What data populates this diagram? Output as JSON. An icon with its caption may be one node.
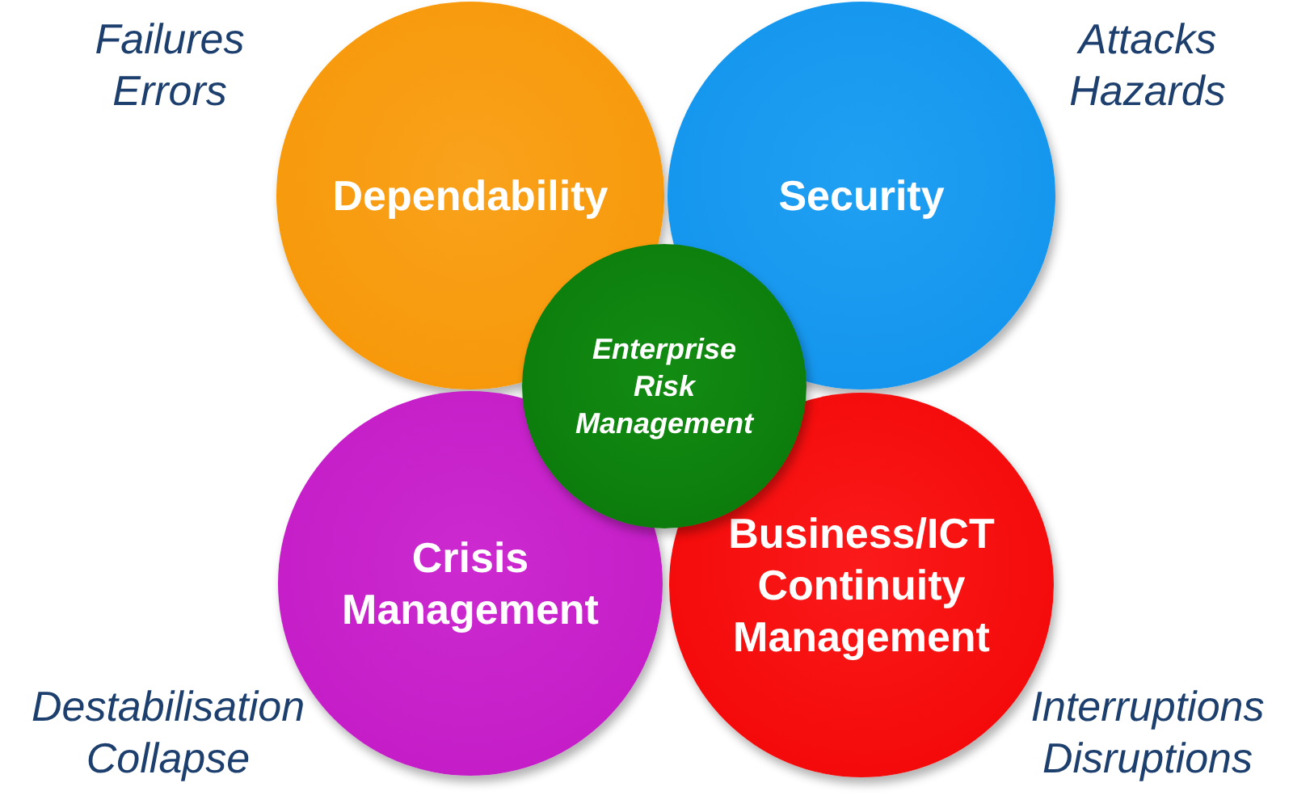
{
  "diagram": {
    "nodes": [
      {
        "text": [
          "Dependability"
        ],
        "beside": [
          "Failures",
          "Errors"
        ]
      },
      {
        "text": [
          "Security"
        ],
        "beside": [
          "Attacks",
          "Hazards"
        ]
      },
      {
        "text": [
          "Crisis Management"
        ],
        "beside": [
          "Destabilisation",
          "Collapse"
        ]
      },
      {
        "text": [
          "Business/ICT Continuity Management"
        ],
        "beside": [
          "Interruptions",
          "Disruptions"
        ]
      },
      {
        "text": [
          "Enterprise Risk Management"
        ]
      }
    ]
  }
}
